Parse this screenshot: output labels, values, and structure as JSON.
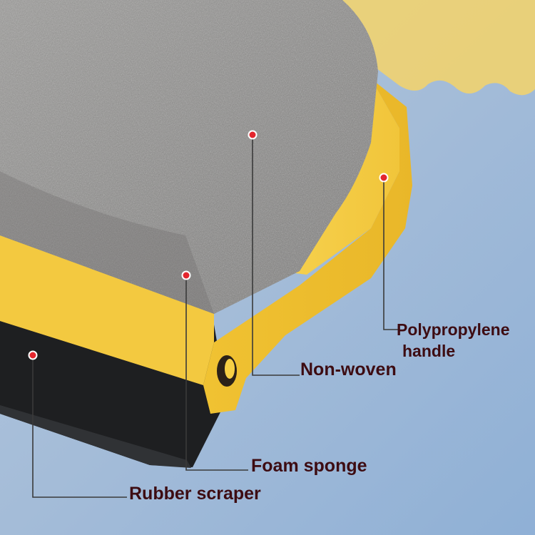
{
  "labels": {
    "polypropylene_line1": "Polypropylene",
    "polypropylene_line2": "handle",
    "non_woven": "Non-woven",
    "foam_sponge": "Foam sponge",
    "rubber_scraper": "Rubber scraper"
  },
  "colors": {
    "background": "#9fb8d6",
    "handle": "#f6cf45",
    "pad": "#8c8b8a",
    "scraper": "#1e1f21",
    "callout_dot": "#e3262e",
    "label_text": "#3d0c12"
  }
}
